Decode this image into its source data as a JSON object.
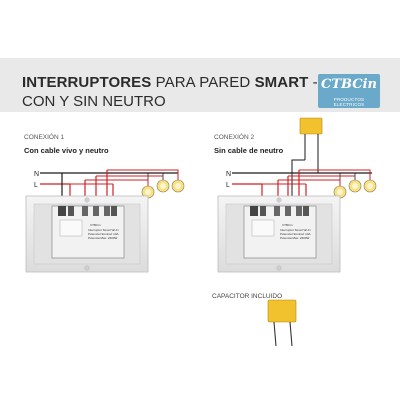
{
  "header": {
    "title_bold_1": "INTERRUPTORES",
    "title_regular_1": " PARA PARED ",
    "title_bold_2": "SMART",
    "title_regular_2": " - Wi-Fi",
    "subtitle": "CON Y SIN NEUTRO",
    "logo_text": "CTBCin",
    "logo_subtext": "PRODUCTOS ELECTRICOS"
  },
  "connection1": {
    "label": "CONEXIÓN 1",
    "subtitle": "Con cable vivo y neutro",
    "line_n": "N",
    "line_l": "L"
  },
  "connection2": {
    "label": "CONEXIÓN 2",
    "subtitle": "Sin cable de neutro",
    "line_n": "N",
    "line_l": "L"
  },
  "capacitor": {
    "label": "CAPACITOR INCLUIDO"
  },
  "device": {
    "brand": "CTBCin",
    "model": "Interruptor Smart Wi-Fi",
    "spec_line1": "Potencia Nominal: 10A",
    "spec_line2": "Potencia Max: 2200W"
  },
  "colors": {
    "wire_red": "#d21f26",
    "wire_black": "#1a1a1a",
    "capacitor_yellow": "#f2c12e",
    "bulb_yellow": "#f7e08a",
    "logo_blue": "#6aa9c9",
    "header_gray": "#e9e9e9"
  }
}
